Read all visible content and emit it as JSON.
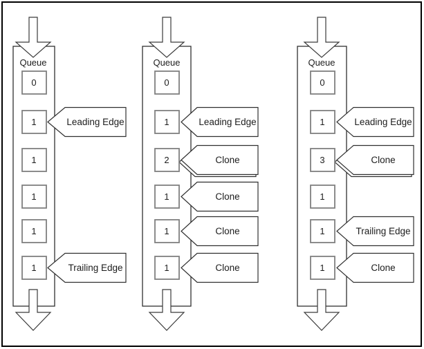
{
  "diagram": {
    "queue_label": "Queue",
    "colors": {
      "outline": "#2f2f2f",
      "slot_border": "#7f7f7f",
      "background": "#ffffff"
    },
    "columns": [
      {
        "boxes": [
          {
            "value": "0"
          },
          {
            "value": "1",
            "callout": {
              "label": "Leading Edge",
              "stacked": false
            }
          },
          {
            "value": "1"
          },
          {
            "value": "1"
          },
          {
            "value": "1"
          },
          {
            "value": "1",
            "callout": {
              "label": "Trailing Edge",
              "stacked": false
            }
          }
        ]
      },
      {
        "boxes": [
          {
            "value": "0"
          },
          {
            "value": "1",
            "callout": {
              "label": "Leading Edge",
              "stacked": false
            }
          },
          {
            "value": "2",
            "callout": {
              "label": "Clone",
              "stacked": true
            }
          },
          {
            "value": "1",
            "callout": {
              "label": "Clone",
              "stacked": false
            }
          },
          {
            "value": "1",
            "callout": {
              "label": "Clone",
              "stacked": false
            }
          },
          {
            "value": "1",
            "callout": {
              "label": "Clone",
              "stacked": false
            }
          }
        ]
      },
      {
        "boxes": [
          {
            "value": "0"
          },
          {
            "value": "1",
            "callout": {
              "label": "Leading Edge",
              "stacked": false
            }
          },
          {
            "value": "3",
            "callout": {
              "label": "Clone",
              "stacked": true
            }
          },
          {
            "value": "1"
          },
          {
            "value": "1",
            "callout": {
              "label": "Trailing Edge",
              "stacked": false
            }
          },
          {
            "value": "1",
            "callout": {
              "label": "Clone",
              "stacked": false
            }
          }
        ]
      }
    ]
  }
}
